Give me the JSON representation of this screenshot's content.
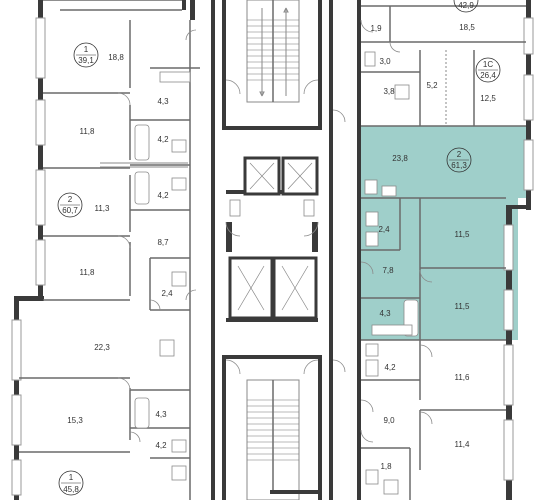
{
  "highlight_color": "#9fcfca",
  "rooms": {
    "top_left_stub": "",
    "apt_a": "18,8",
    "apt_a_hall": "4,3",
    "apt_a_bed": "11,8",
    "apt_a_bath": "4,2",
    "apt_b_bath": "4,2",
    "apt_b_bed1": "11,3",
    "apt_b_hall": "8,7",
    "apt_b_bed2": "11,8",
    "apt_b_wc": "2,4",
    "apt_c_living": "22,3",
    "apt_d_living": "15,3",
    "apt_d_bath1": "4,3",
    "apt_d_bath2": "4,2",
    "apt_e_living": "18,5",
    "apt_e_wc": "1,9",
    "apt_e_hall": "3,0",
    "apt_e_bath": "3,8",
    "apt_e_kitchen": "5,2",
    "apt_e_studio": "12,5",
    "sel_living": "23,8",
    "sel_wc": "2,4",
    "sel_bed1": "11,5",
    "sel_hall": "7,8",
    "sel_bed2": "11,5",
    "sel_bath": "4,3",
    "apt_g_bath": "4,2",
    "apt_g_bed1": "11,6",
    "apt_g_hall": "9,0",
    "apt_g_bed2": "11,4",
    "apt_g_wc": "1,8"
  },
  "badges": {
    "a": {
      "rooms": "1",
      "area": "39,1"
    },
    "b": {
      "rooms": "2",
      "area": "60,7"
    },
    "c": {
      "rooms": "1",
      "area": "45,8"
    },
    "top_right": {
      "rooms": "",
      "area": "42,9"
    },
    "e": {
      "rooms": "1С",
      "area": "26,4"
    },
    "selected": {
      "rooms": "2",
      "area": "61,3"
    }
  }
}
